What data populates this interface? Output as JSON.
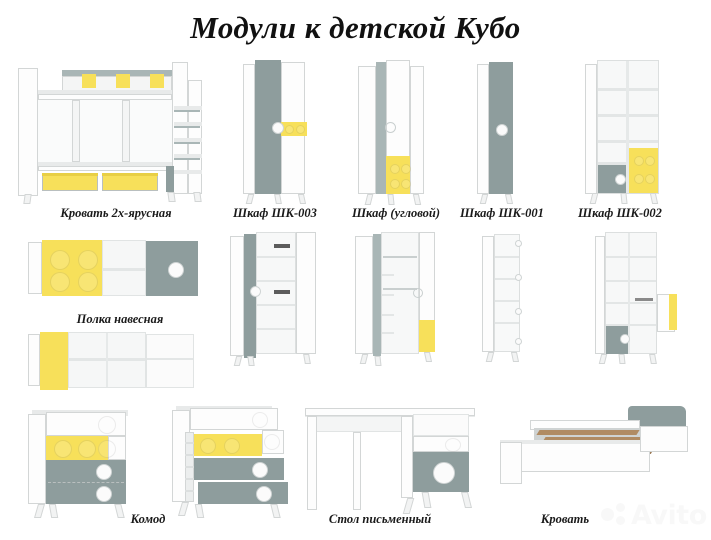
{
  "page": {
    "title": "Модули к детской Кубо",
    "background_color": "#ffffff"
  },
  "palette": {
    "white": "#fdfdfd",
    "gray": "#8e9d9d",
    "gray_light": "#a9b6b6",
    "yellow": "#f7e05a",
    "wood": "#b08b63",
    "text": "#111111"
  },
  "watermark": {
    "label": "Avito"
  },
  "rows": [
    {
      "row_id": "row-1-closed-modules",
      "items": [
        {
          "id": "bunk-bed",
          "caption": "Кровать 2х-ярусная"
        },
        {
          "id": "wardrobe-shk-003",
          "caption": "Шкаф ШК-003"
        },
        {
          "id": "wardrobe-corner",
          "caption": "Шкаф (угловой)"
        },
        {
          "id": "wardrobe-shk-001",
          "caption": "Шкаф ШК-001"
        },
        {
          "id": "wardrobe-shk-002",
          "caption": "Шкаф ШК-002"
        }
      ]
    },
    {
      "row_id": "row-2-open-modules",
      "items": [
        {
          "id": "wall-shelf-closed",
          "caption": "Полка навесная"
        },
        {
          "id": "wall-shelf-open",
          "caption": ""
        },
        {
          "id": "wardrobe-shk-003-open",
          "caption": ""
        },
        {
          "id": "wardrobe-corner-open",
          "caption": ""
        },
        {
          "id": "wardrobe-shk-001-open",
          "caption": ""
        },
        {
          "id": "wardrobe-shk-002-open",
          "caption": ""
        }
      ]
    },
    {
      "row_id": "row-3-furniture",
      "items": [
        {
          "id": "dresser-closed",
          "caption": "Комод"
        },
        {
          "id": "dresser-open",
          "caption": ""
        },
        {
          "id": "desk",
          "caption": "Стол письменный"
        },
        {
          "id": "bed",
          "caption": "Кровать"
        }
      ]
    }
  ],
  "captions": {
    "bunk_bed": "Кровать 2х-ярусная",
    "shk_003": "Шкаф ШК-003",
    "corner": "Шкаф (угловой)",
    "shk_001": "Шкаф ШК-001",
    "shk_002": "Шкаф ШК-002",
    "wall_shelf": "Полка навесная",
    "dresser": "Комод",
    "desk": "Стол письменный",
    "bed": "Кровать"
  }
}
